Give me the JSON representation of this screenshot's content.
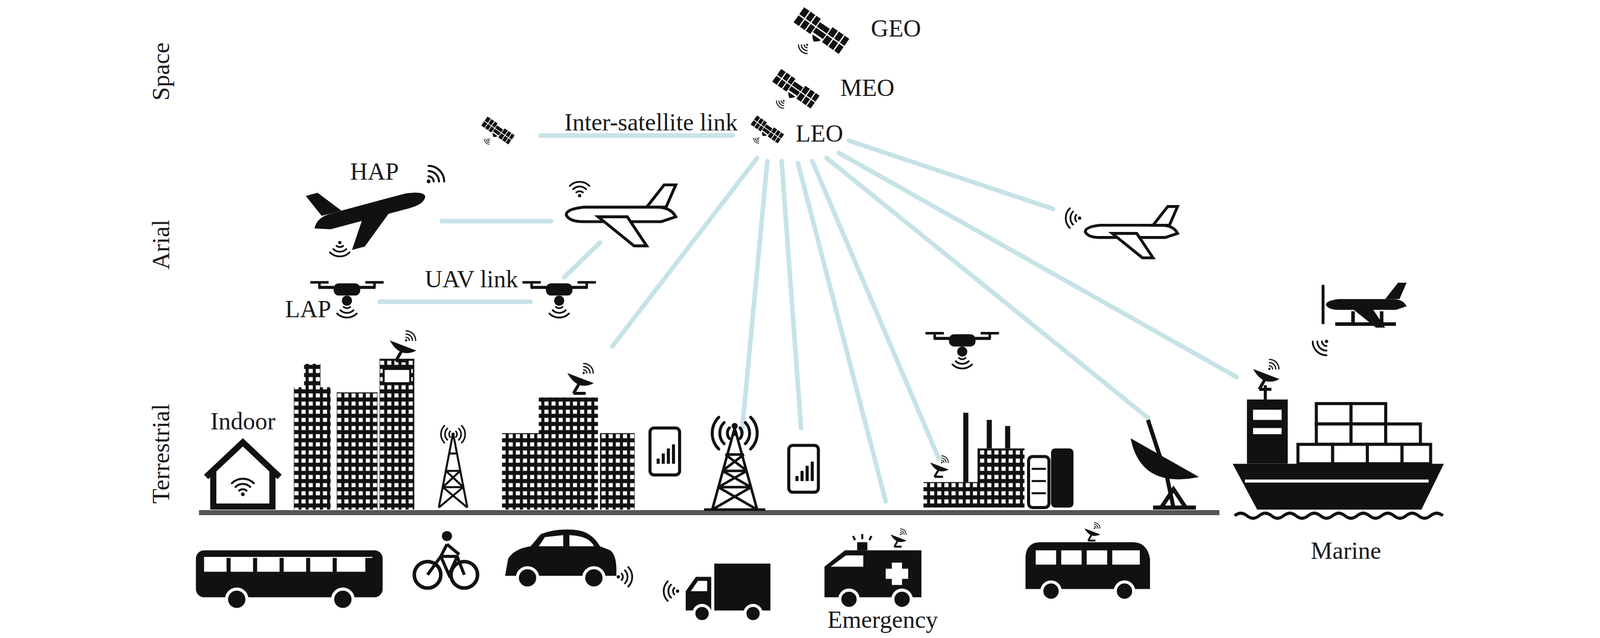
{
  "diagram": {
    "labels": [
      "Space",
      "GEO",
      "MEO",
      "Inter-satellite link",
      "LEO",
      "HAP",
      "Arial",
      "UAV link",
      "LAP",
      "Indoor",
      "Terrestrial",
      "Marine",
      "Emergency"
    ]
  }
}
